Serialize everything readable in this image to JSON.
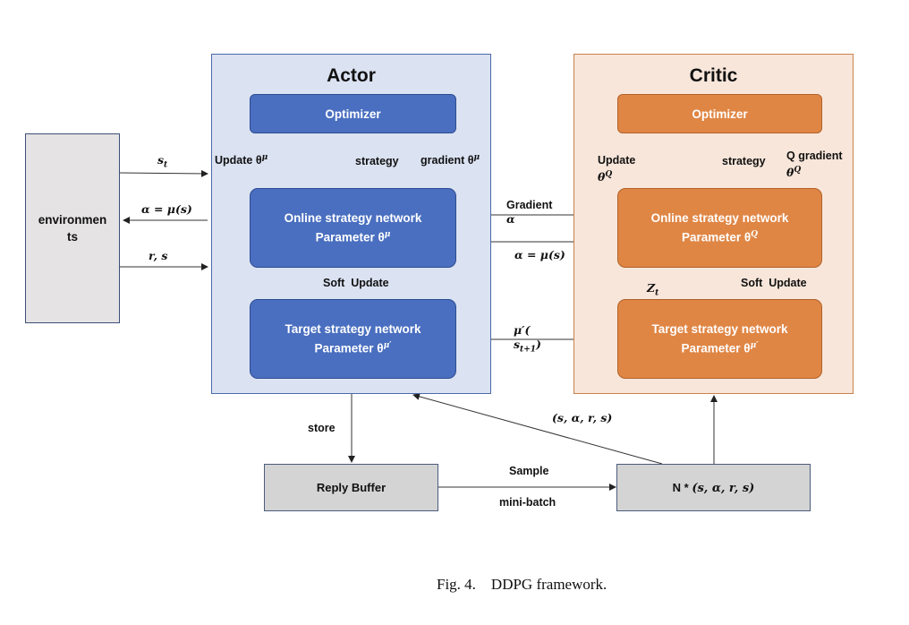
{
  "actor": {
    "title": "Actor",
    "optimizer": "Optimizer",
    "online_network": "Online strategy network",
    "online_param": "Parameter θ",
    "online_param_sup": "μ",
    "target_network": "Target strategy network",
    "target_param": "Parameter θ",
    "target_param_sup": "μ′",
    "update_label": "Update θ",
    "update_sup": "μ",
    "strategy_label": "strategy",
    "gradient_label": "gradient θ",
    "gradient_sup": "μ",
    "soft_update_label": "Soft  Update"
  },
  "critic": {
    "title": "Critic",
    "optimizer": "Optimizer",
    "online_network": "Online strategy network",
    "online_param": "Parameter θ",
    "online_param_sup": "Q",
    "target_network": "Target strategy network",
    "target_param": "Parameter θ",
    "target_param_sup": "μ′",
    "update_label": "Update",
    "update_theta": "θ",
    "update_sup": "Q",
    "strategy_label": "strategy",
    "q_gradient_label": "Q gradient",
    "q_gradient_theta": "θ",
    "q_gradient_sup": "Q",
    "soft_update_label": "Soft  Update",
    "z_label": "Z",
    "z_sub": "t"
  },
  "environment": {
    "label_line1": "environmen",
    "label_line2": "ts",
    "s_t": "s",
    "s_t_sub": "t",
    "action_label": "α = μ(s)",
    "reward_label": "r, s"
  },
  "links": {
    "gradient_label": "Gradient",
    "gradient_alpha": "α",
    "alpha_mu_label": "α = μ(s)",
    "mu_prime_line1": "μ′(",
    "mu_prime_line2": "s",
    "mu_prime_sub": "t+1",
    "tuple_label": "(s, α, r, s)",
    "store_label": "store",
    "sample_label": "Sample",
    "minibatch_label": "mini-batch"
  },
  "buffer": {
    "reply_buffer": "Reply Buffer",
    "batch_prefix": "N * ",
    "batch_tuple": "(s, α, r, s)"
  },
  "caption": "Fig. 4.    DDPG framework."
}
